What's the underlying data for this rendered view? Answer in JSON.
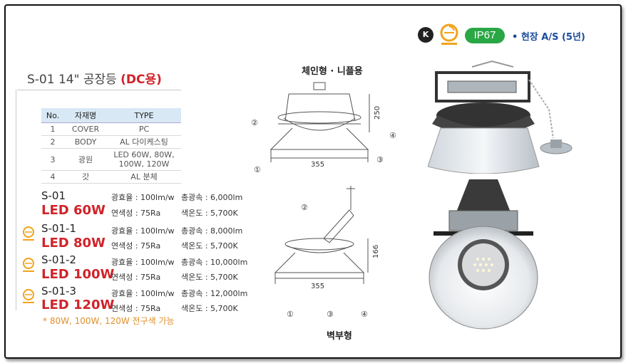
{
  "header": {
    "ks_mark": "K",
    "ip_rating": "IP67",
    "service": "• 현장 A/S (5년)"
  },
  "title": {
    "prefix": "S-01 14\" 공장등 ",
    "highlight": "(DC용)"
  },
  "spec_table": {
    "headers": [
      "No.",
      "자재명",
      "TYPE"
    ],
    "rows": [
      [
        "1",
        "COVER",
        "PC"
      ],
      [
        "2",
        "BODY",
        "AL 다이케스팅"
      ],
      [
        "3",
        "광원",
        "LED 60W, 80W,",
        "100W, 120W"
      ],
      [
        "4",
        "갓",
        "AL 분체"
      ]
    ]
  },
  "models": [
    {
      "code": "S-01",
      "power": "LED 60W",
      "efficacy": "광효율 : 100lm/w",
      "flux": "총광속 : 6,000lm",
      "cri": "연색성 : 75Ra",
      "cct": "색온도 : 5,700K"
    },
    {
      "code": "S-01-1",
      "power": "LED 80W",
      "efficacy": "광효율 : 100lm/w",
      "flux": "총광속 : 8,000lm",
      "cri": "연색성 : 75Ra",
      "cct": "색온도 : 5,700K"
    },
    {
      "code": "S-01-2",
      "power": "LED 100W",
      "efficacy": "광효율 : 100lm/w",
      "flux": "총광속 : 10,000lm",
      "cri": "연색성 : 75Ra",
      "cct": "색온도 : 5,700K"
    },
    {
      "code": "S-01-3",
      "power": "LED 120W",
      "efficacy": "광효율 : 100lm/w",
      "flux": "총광속 : 12,000lm",
      "cri": "연색성 : 75Ra",
      "cct": "색온도 : 5,700K"
    }
  ],
  "footnote": "* 80W, 100W, 120W 전구색 가능",
  "drawings": {
    "chain_label": "체인형 · 니플용",
    "wall_label": "벽부형",
    "width_dim": "355",
    "height_chain": "250",
    "height_wall": "166",
    "parts": [
      "①",
      "②",
      "③",
      "④"
    ]
  },
  "colors": {
    "accent_red": "#d0232a",
    "ip_green": "#2aa745",
    "service_blue": "#1a4b9c"
  }
}
